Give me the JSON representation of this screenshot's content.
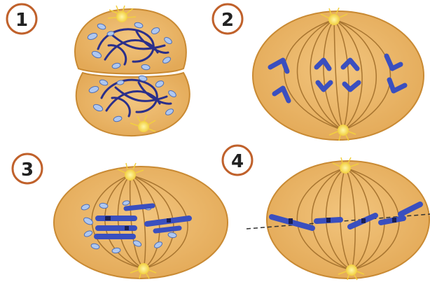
{
  "colors": {
    "cell_fill": "#E8B465",
    "cell_stroke": "#C98A33",
    "spindle": "#A87530",
    "chromosome": "#3A4FBF",
    "chromosome_dark": "#24307F",
    "chromatin": "#2B2F8A",
    "vesicle": "#AFC8F0",
    "vesicle_stroke": "#4F6FB8",
    "centrosome": "#F7E36B",
    "badge_stroke": "#C0612B",
    "badge_text": "#222222"
  },
  "stages": [
    {
      "number": "1",
      "name": "cytokinesis-cells"
    },
    {
      "number": "2",
      "name": "anaphase-cell"
    },
    {
      "number": "3",
      "name": "prometaphase-cell"
    },
    {
      "number": "4",
      "name": "metaphase-cell"
    }
  ]
}
